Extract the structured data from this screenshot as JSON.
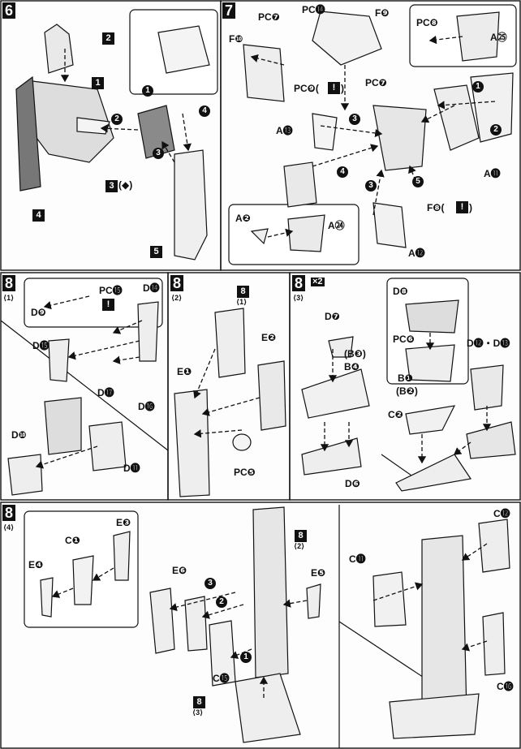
{
  "steps": {
    "s6": "6",
    "s7": "7",
    "s8_1": "8",
    "s8_1_sub": "⟨1⟩",
    "s8_2": "8",
    "s8_2_sub": "⟨2⟩",
    "s8_3": "8",
    "s8_3_sub": "⟨3⟩",
    "s8_3_mult": "×2",
    "s8_4": "8",
    "s8_4_sub": "⟨4⟩"
  },
  "step6": {
    "n1": "1",
    "n2": "2",
    "n3": "3",
    "n4": "4",
    "n5": "5",
    "seq1": "1",
    "seq2": "2",
    "seq3": "3",
    "seq4": "4",
    "rotate_mark": "(◆)"
  },
  "step7": {
    "pc7a": "PC❼",
    "pc14": "PC⓮",
    "f9": "F❾",
    "f10": "F❿",
    "pc9": "PC❾(",
    "pc9_warn": "!",
    "pc9_close": ")",
    "pc7b": "PC❼",
    "pc8": "PC❽",
    "a25": "A㉕",
    "a13": "A⓭",
    "a11": "A⓫",
    "a2": "A❷",
    "a24": "A㉔",
    "f8": "F❽(",
    "f8_warn": "!",
    "f8_close": ")",
    "a12": "A⓬",
    "seq1": "1",
    "seq2": "2",
    "seq3a": "3",
    "seq3b": "3",
    "seq4": "4",
    "seq5": "5"
  },
  "step8_1": {
    "d14": "D⓮",
    "pc15": "PC⓯",
    "warn": "!",
    "d9": "D❾",
    "d15": "D⓯",
    "d17": "D⓱",
    "d16": "D⓰",
    "d10": "D❿",
    "d11": "D⓫"
  },
  "step8_2": {
    "ref8": "8",
    "ref_sub": "⟨1⟩",
    "e2": "E❷",
    "e1": "E❶",
    "pc5": "PC❺"
  },
  "step8_3": {
    "d7": "D❼",
    "b3": "(B❸)",
    "b4": "B❹",
    "d6": "D❻",
    "d8": "D❽",
    "pc6": "PC❻",
    "d12_13": "D⓬・D⓭",
    "b1": "B❶",
    "b2": "(B❷)",
    "c2": "C❷"
  },
  "step8_4": {
    "e3": "E❸",
    "c1": "C❶",
    "e4": "E❹",
    "e6": "E❻",
    "e5": "E❺",
    "ref8a": "8",
    "ref8a_sub": "⟨2⟩",
    "ref8b": "8",
    "ref8b_sub": "⟨3⟩",
    "c15": "C⓯",
    "c11": "C⓫",
    "c12": "C⓬",
    "c16": "C⓰",
    "seq1": "1",
    "seq2": "2",
    "seq3": "3"
  }
}
